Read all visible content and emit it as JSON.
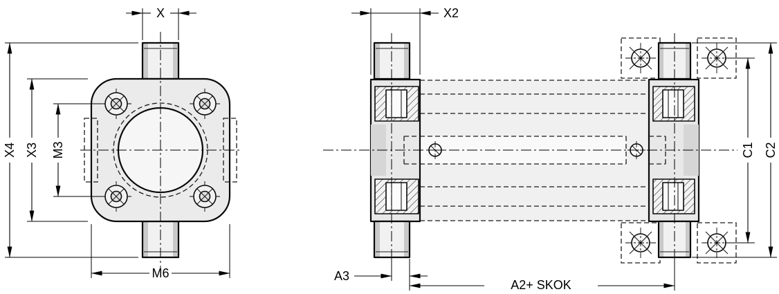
{
  "drawing": {
    "dimensions": {
      "x": "X",
      "x2": "X2",
      "x3": "X3",
      "x4": "X4",
      "m3": "M3",
      "m6": "M6",
      "a3": "A3",
      "a2_skok": "A2+ SKOK",
      "c1": "C1",
      "c2": "C2"
    },
    "colors": {
      "line": "#000000",
      "body_fill": "#ebebeb",
      "flange_fill": "#e8e8e8",
      "phantom_fill": "#f0f0f0",
      "cylinder_shade": "#c9c9c9",
      "background": "#ffffff"
    }
  }
}
